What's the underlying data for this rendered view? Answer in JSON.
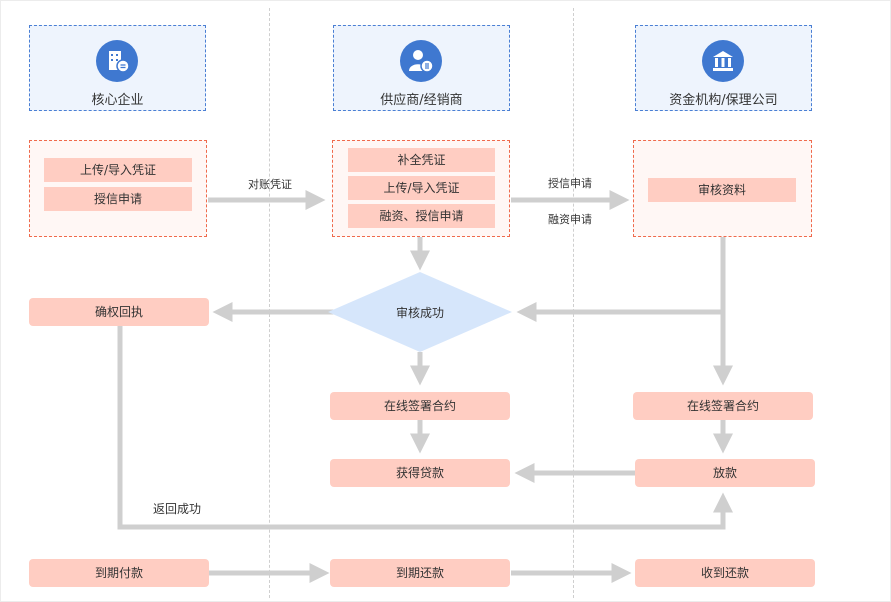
{
  "columns": {
    "core": "核心企业",
    "supplier": "供应商/经销商",
    "funder": "资金机构/保理公司"
  },
  "core_box": {
    "upload": "上传/导入凭证",
    "credit": "授信申请"
  },
  "supplier_box": {
    "supplement": "补全凭证",
    "upload": "上传/导入凭证",
    "finance": "融资、授信申请"
  },
  "funder_box": {
    "review": "审核资料"
  },
  "labels": {
    "reconcile": "对账凭证",
    "credit_apply": "授信申请",
    "finance_apply": "融资申请",
    "return_success": "返回成功"
  },
  "nodes": {
    "confirm": "确权回执",
    "audit_ok": "审核成功",
    "sign_supplier": "在线签署合约",
    "sign_funder": "在线签署合约",
    "get_loan": "获得贷款",
    "disburse": "放款",
    "pay_due": "到期付款",
    "repay_due": "到期还款",
    "receive": "收到还款"
  },
  "icons": [
    "building-cash-icon",
    "user-coin-icon",
    "bank-icon"
  ],
  "colors": {
    "accent_blue": "#3f78d0",
    "box_red": "#ef6a4c",
    "node_fill": "#ffcdc2",
    "arrow": "#cfcfcf",
    "diamond": "#d6e6fb"
  }
}
